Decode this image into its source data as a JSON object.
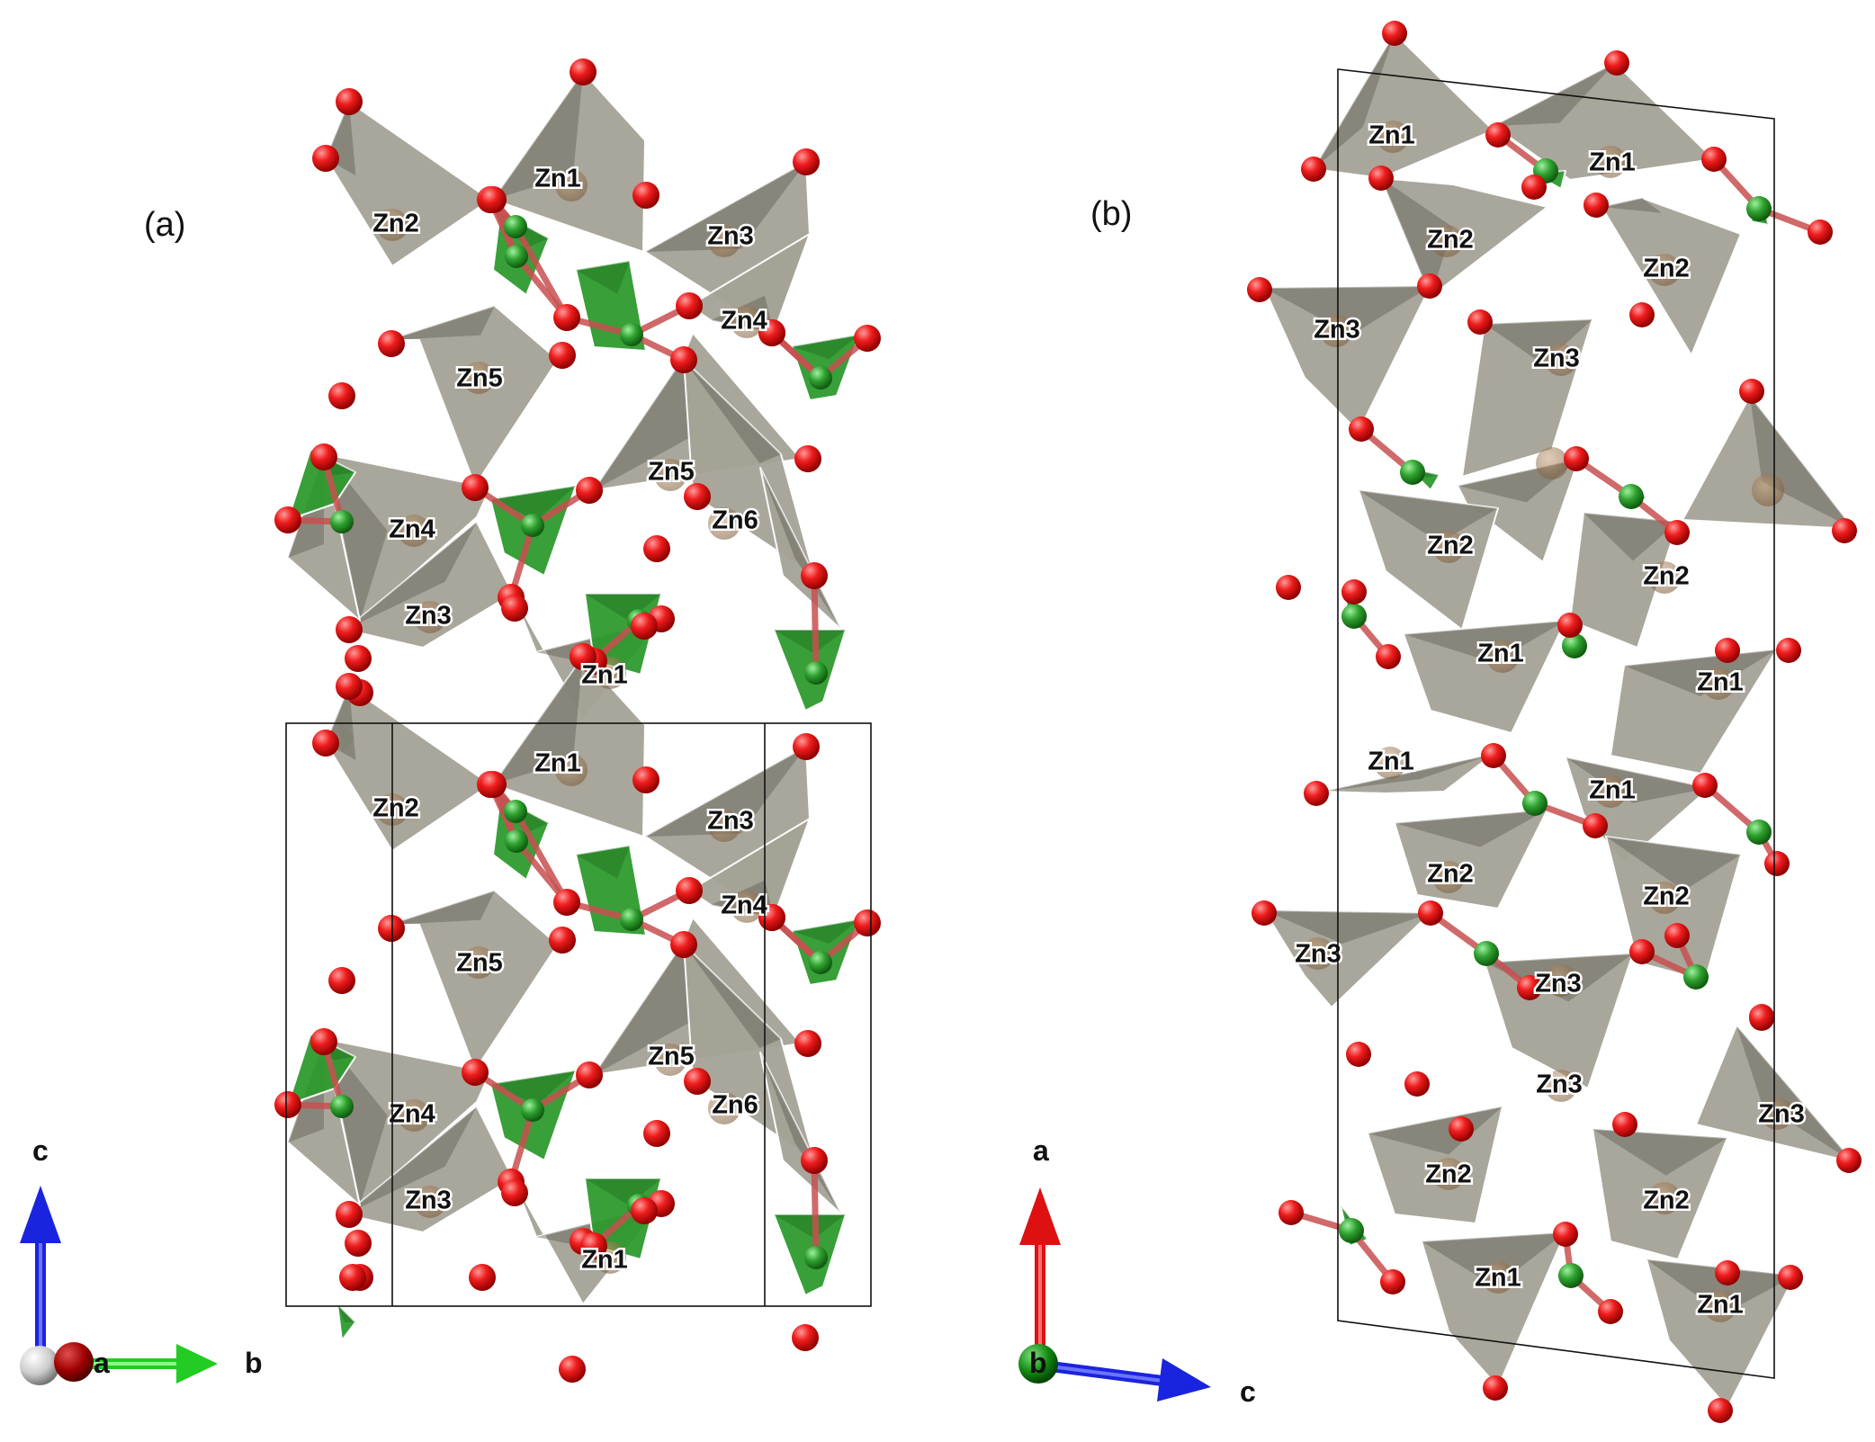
{
  "panels": [
    {
      "id": "a",
      "label": "(a)"
    },
    {
      "id": "b",
      "label": "(b)"
    }
  ],
  "atom_labels_a": [
    "Zn2",
    "Zn1",
    "Zn3",
    "Zn4",
    "Zn5",
    "Zn5",
    "Zn6",
    "Zn4",
    "Zn3",
    "Zn1",
    "Zn2",
    "Zn1",
    "Zn3",
    "Zn4",
    "Zn5",
    "Zn5",
    "Zn6",
    "Zn4",
    "Zn3",
    "Zn1"
  ],
  "atom_labels_b": [
    "Zn1",
    "Zn1",
    "Zn2",
    "Zn2",
    "Zn3",
    "Zn3",
    "Zn3",
    "Zn2",
    "Zn2",
    "Zn1",
    "Zn1",
    "Zn1",
    "Zn1",
    "Zn2",
    "Zn2",
    "Zn3",
    "Zn3",
    "Zn3",
    "Zn2",
    "Zn2",
    "Zn1",
    "Zn1"
  ],
  "axes_a": {
    "up": "c",
    "right": "b",
    "out": "a"
  },
  "axes_b": {
    "up": "a",
    "right": "c",
    "out": "b"
  },
  "colors": {
    "oxygen": "#e01010",
    "metal_polyhedron": "#a5a296",
    "green_polyhedron": "#2f9a2f",
    "axis_x_red": "#dd1111",
    "axis_y_green": "#22cc22",
    "axis_z_blue": "#1a23dd"
  }
}
